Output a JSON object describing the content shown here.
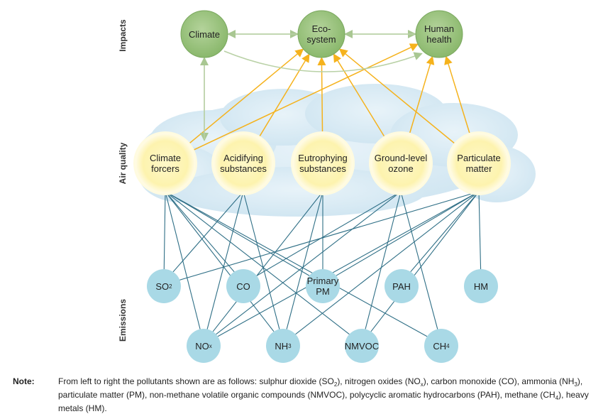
{
  "sections": {
    "impacts": "Impacts",
    "air_quality": "Air quality",
    "emissions": "Emissions"
  },
  "impacts": [
    {
      "id": "climate",
      "lines": [
        "Climate"
      ]
    },
    {
      "id": "ecosystem",
      "lines": [
        "Eco-",
        "system"
      ]
    },
    {
      "id": "human_health",
      "lines": [
        "Human",
        "health"
      ]
    }
  ],
  "air_quality": [
    {
      "id": "climate_forcers",
      "lines": [
        "Climate",
        "forcers"
      ]
    },
    {
      "id": "acidifying",
      "lines": [
        "Acidifying",
        "substances"
      ]
    },
    {
      "id": "eutrophying",
      "lines": [
        "Eutrophying",
        "substances"
      ]
    },
    {
      "id": "ozone",
      "lines": [
        "Ground-level",
        "ozone"
      ]
    },
    {
      "id": "pm",
      "lines": [
        "Particulate",
        "matter"
      ]
    }
  ],
  "emissions": [
    {
      "id": "so2",
      "html": "SO<sub>2</sub>"
    },
    {
      "id": "co",
      "html": "CO"
    },
    {
      "id": "primary_pm",
      "html": "Primary<br>PM"
    },
    {
      "id": "pah",
      "html": "PAH"
    },
    {
      "id": "hm",
      "html": "HM"
    },
    {
      "id": "nox",
      "html": "NO<sub>x</sub>"
    },
    {
      "id": "nh3",
      "html": "NH<sub>3</sub>"
    },
    {
      "id": "nmvoc",
      "html": "NMVOC"
    },
    {
      "id": "ch4",
      "html": "CH<sub>4</sub>"
    }
  ],
  "impact_links": [
    [
      "climate",
      "ecosystem"
    ],
    [
      "ecosystem",
      "human_health"
    ],
    [
      "climate",
      "human_health"
    ]
  ],
  "air_to_impact_links": [
    [
      "climate_forcers",
      "ecosystem"
    ],
    [
      "climate_forcers",
      "human_health"
    ],
    [
      "acidifying",
      "ecosystem"
    ],
    [
      "eutrophying",
      "ecosystem"
    ],
    [
      "ozone",
      "ecosystem"
    ],
    [
      "ozone",
      "human_health"
    ],
    [
      "pm",
      "ecosystem"
    ],
    [
      "pm",
      "human_health"
    ]
  ],
  "climate_feedback_link": [
    "climate",
    "climate_forcers"
  ],
  "emission_links": [
    [
      "so2",
      "climate_forcers"
    ],
    [
      "so2",
      "acidifying"
    ],
    [
      "so2",
      "pm"
    ],
    [
      "co",
      "climate_forcers"
    ],
    [
      "co",
      "ozone"
    ],
    [
      "primary_pm",
      "climate_forcers"
    ],
    [
      "primary_pm",
      "pm"
    ],
    [
      "primary_pm",
      "eutrophying"
    ],
    [
      "pah",
      "pm"
    ],
    [
      "hm",
      "pm"
    ],
    [
      "nox",
      "climate_forcers"
    ],
    [
      "nox",
      "acidifying"
    ],
    [
      "nox",
      "eutrophying"
    ],
    [
      "nox",
      "ozone"
    ],
    [
      "nox",
      "pm"
    ],
    [
      "nh3",
      "climate_forcers"
    ],
    [
      "nh3",
      "acidifying"
    ],
    [
      "nh3",
      "eutrophying"
    ],
    [
      "nh3",
      "pm"
    ],
    [
      "nmvoc",
      "climate_forcers"
    ],
    [
      "nmvoc",
      "ozone"
    ],
    [
      "nmvoc",
      "pm"
    ],
    [
      "ch4",
      "climate_forcers"
    ],
    [
      "ch4",
      "ozone"
    ]
  ],
  "colors": {
    "impact_fill": "#9cc27e",
    "impact_stroke": "#7aa85e",
    "air_fill": "#fdf5b8",
    "air_glow": "#fffbe0",
    "emission_fill": "#a9d9e6",
    "cloud": "#d8ebf4",
    "emission_line": "#2f6f86",
    "impact_arrow": "#f5b21c",
    "impact_link": "#b9d1a6"
  },
  "note": {
    "label": "Note:",
    "html": "From left to right the pollutants shown are as follows: sulphur dioxide (SO<sub>2</sub>), nitrogen oxides (NO<sub>x</sub>), carbon monoxide (CO), ammonia (NH<sub>3</sub>), particulate matter (PM), non-methane volatile organic compounds (NMVOC), polycyclic aromatic hydrocarbons (PAH), methane (CH<sub>4</sub>), heavy metals (HM)."
  }
}
